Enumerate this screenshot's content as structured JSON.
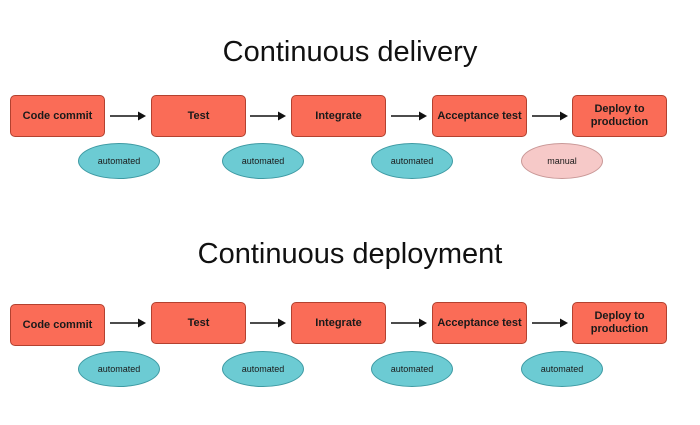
{
  "colors": {
    "step": "#fa6c57",
    "automated": "#6ccbd3",
    "manual": "#f6c9c8"
  },
  "pipelines": [
    {
      "title": "Continuous delivery",
      "steps": [
        "Code commit",
        "Test",
        "Integrate",
        "Acceptance test",
        "Deploy to production"
      ],
      "tags": [
        "automated",
        "automated",
        "automated",
        "manual"
      ],
      "tag_types": [
        "automated",
        "automated",
        "automated",
        "manual"
      ]
    },
    {
      "title": "Continuous deployment",
      "steps": [
        "Code commit",
        "Test",
        "Integrate",
        "Acceptance test",
        "Deploy to production"
      ],
      "tags": [
        "automated",
        "automated",
        "automated",
        "automated"
      ],
      "tag_types": [
        "automated",
        "automated",
        "automated",
        "automated"
      ]
    }
  ]
}
